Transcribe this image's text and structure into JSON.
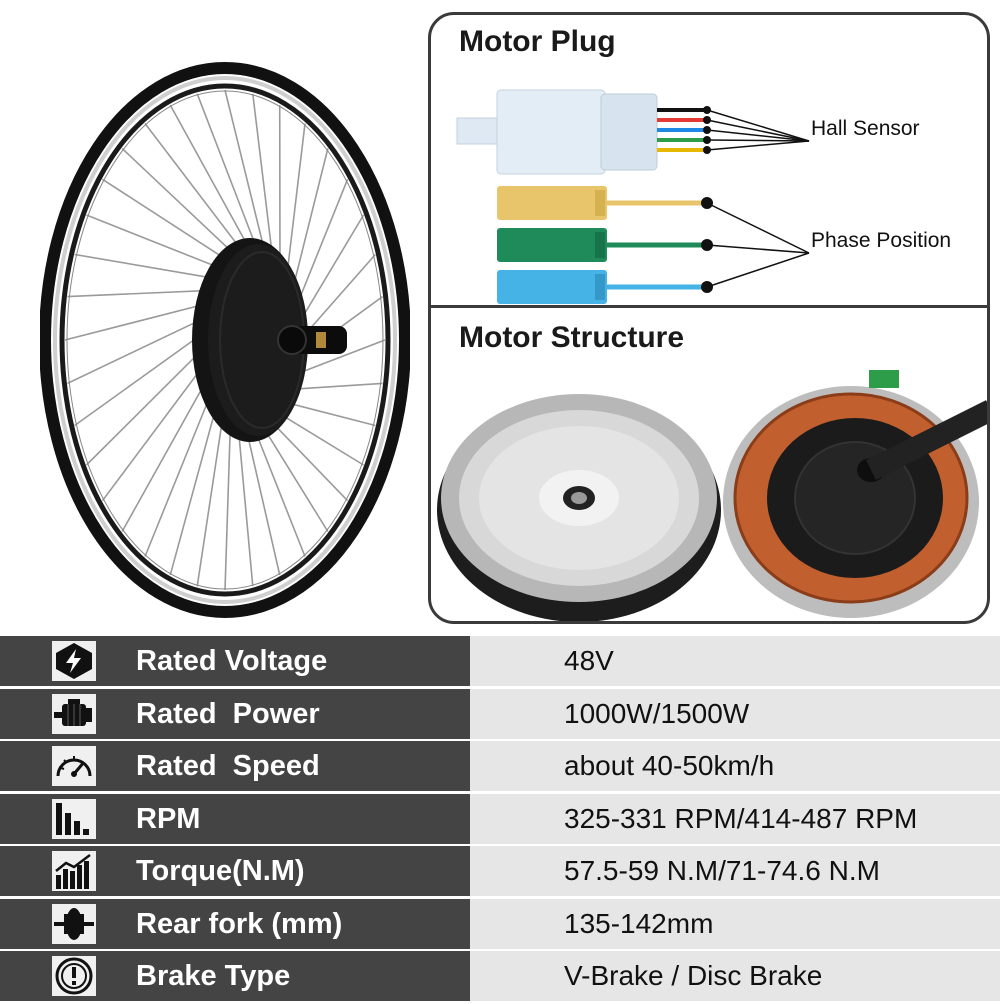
{
  "panel": {
    "motor_plug_title": "Motor Plug",
    "hall_sensor_label": "Hall Sensor",
    "phase_position_label": "Phase Position",
    "motor_structure_title": "Motor Structure"
  },
  "specs": [
    {
      "label": "Rated Voltage",
      "value": "48V",
      "icon": "lightning-icon"
    },
    {
      "label": "Rated  Power",
      "value": "1000W/1500W",
      "icon": "motor-icon"
    },
    {
      "label": "Rated  Speed",
      "value": "about 40-50km/h",
      "icon": "speedometer-icon"
    },
    {
      "label": "RPM",
      "value": "325-331 RPM/414-487 RPM",
      "icon": "bar-chart-icon"
    },
    {
      "label": "Torque(N.M)",
      "value": "57.5-59 N.M/71-74.6 N.M",
      "icon": "trend-chart-icon"
    },
    {
      "label": "Rear fork (mm)",
      "value": "135-142mm",
      "icon": "hub-axle-icon"
    },
    {
      "label": "Brake Type",
      "value": "V-Brake / Disc Brake",
      "icon": "brake-warning-icon"
    }
  ],
  "colors": {
    "label_bg": "#444444",
    "value_bg": "#e6e6e6",
    "hall_wires": [
      "#111111",
      "#e53935",
      "#1e88e5",
      "#2e9d4a",
      "#e6b800"
    ],
    "phase_yellow": "#e8c46a",
    "phase_green": "#1f8a5a",
    "phase_blue": "#46b3e6"
  }
}
